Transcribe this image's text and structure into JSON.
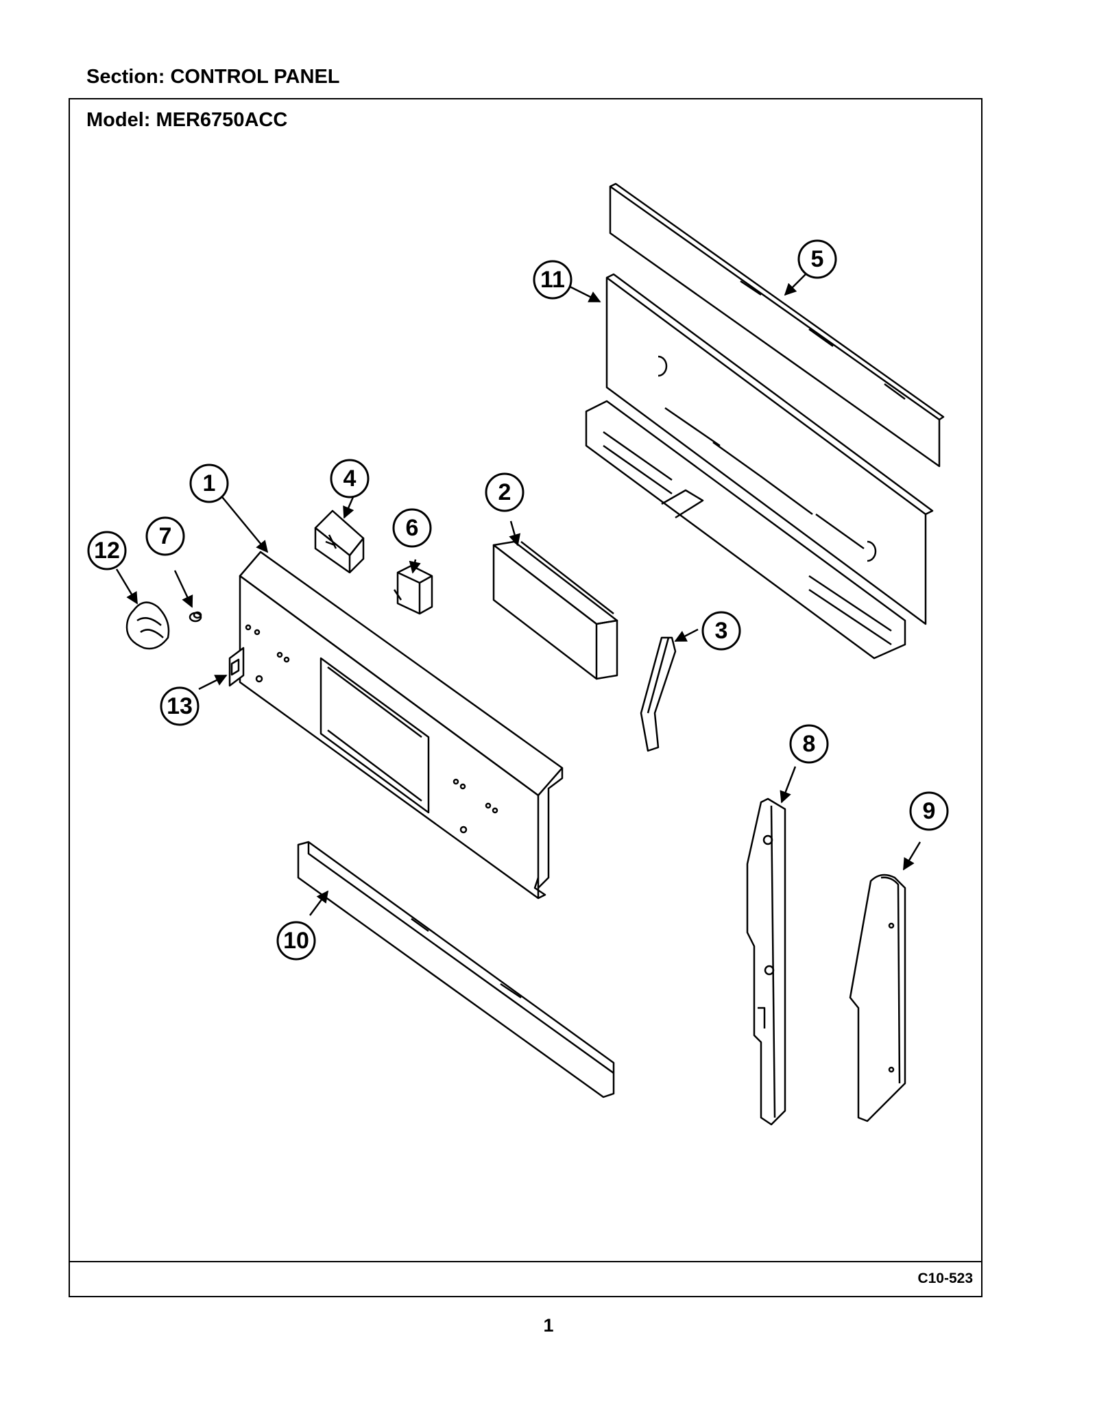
{
  "header": {
    "section": "Section:  CONTROL PANEL",
    "model": "Model:  MER6750ACC"
  },
  "footer": {
    "diagram_code": "C10-523",
    "page_number": "1"
  },
  "callouts": [
    {
      "id": "callout-1",
      "label": "1"
    },
    {
      "id": "callout-2",
      "label": "2"
    },
    {
      "id": "callout-3",
      "label": "3"
    },
    {
      "id": "callout-4",
      "label": "4"
    },
    {
      "id": "callout-5",
      "label": "5"
    },
    {
      "id": "callout-6",
      "label": "6"
    },
    {
      "id": "callout-7",
      "label": "7"
    },
    {
      "id": "callout-8",
      "label": "8"
    },
    {
      "id": "callout-9",
      "label": "9"
    },
    {
      "id": "callout-10",
      "label": "10"
    },
    {
      "id": "callout-11",
      "label": "11"
    },
    {
      "id": "callout-12",
      "label": "12"
    },
    {
      "id": "callout-13",
      "label": "13"
    }
  ]
}
